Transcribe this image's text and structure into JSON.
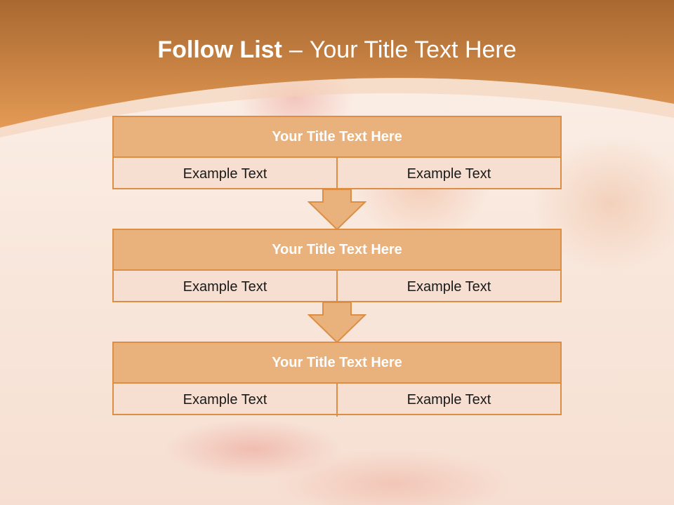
{
  "title": {
    "bold": "Follow List",
    "separator": "–",
    "rest": "Your Title Text Here"
  },
  "steps": [
    {
      "title": "Your Title Text Here",
      "cells": [
        "Example Text",
        "Example Text"
      ]
    },
    {
      "title": "Your Title Text Here",
      "cells": [
        "Example Text",
        "Example Text"
      ]
    },
    {
      "title": "Your Title Text Here",
      "cells": [
        "Example Text",
        "Example Text"
      ]
    }
  ],
  "colors": {
    "header_band": "#d9893d",
    "border": "#dc8f44",
    "card_header": "#e9b17c",
    "card_body": "#f6dfd0",
    "arrow_fill": "#e9b17c"
  }
}
